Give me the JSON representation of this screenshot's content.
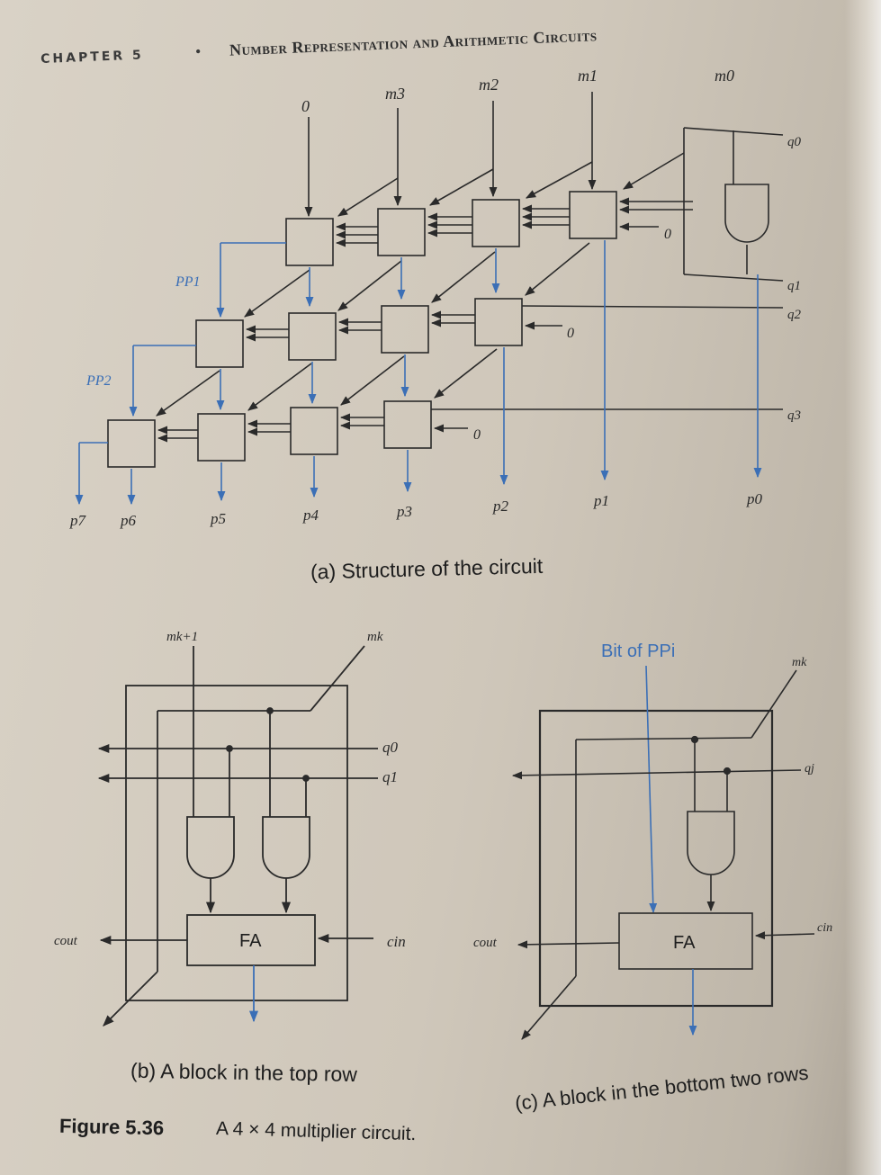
{
  "header": {
    "chapter": "CHAPTER 5",
    "separator": "•",
    "title": "Number Representation and Arithmetic Circuits"
  },
  "part_a": {
    "inputs_top": [
      "0",
      "m3",
      "m2",
      "m1",
      "m0"
    ],
    "q_inputs": [
      "q0",
      "q1",
      "q2",
      "q3"
    ],
    "partial_products": [
      "PP1",
      "PP2"
    ],
    "zero_label": "0",
    "outputs": [
      "p7",
      "p6",
      "p5",
      "p4",
      "p3",
      "p2",
      "p1",
      "p0"
    ],
    "caption": "(a) Structure of the circuit"
  },
  "part_b": {
    "inputs": [
      "mk+1",
      "mk"
    ],
    "q_inputs": [
      "q0",
      "q1"
    ],
    "block": "FA",
    "carry_out": "cout",
    "carry_in": "cin",
    "caption": "(b) A block in the top row"
  },
  "part_c": {
    "ppi_label": "Bit of PPi",
    "mk": "mk",
    "qj": "qj",
    "block": "FA",
    "carry_out": "cout",
    "carry_in": "cin",
    "caption": "(c) A block in the bottom two rows"
  },
  "figure": {
    "number": "Figure 5.36",
    "title": "A 4 × 4 multiplier circuit."
  },
  "colors": {
    "ink": "#2a2a2a",
    "signal": "#3b6fb6",
    "paper": "#d4cdc1"
  }
}
